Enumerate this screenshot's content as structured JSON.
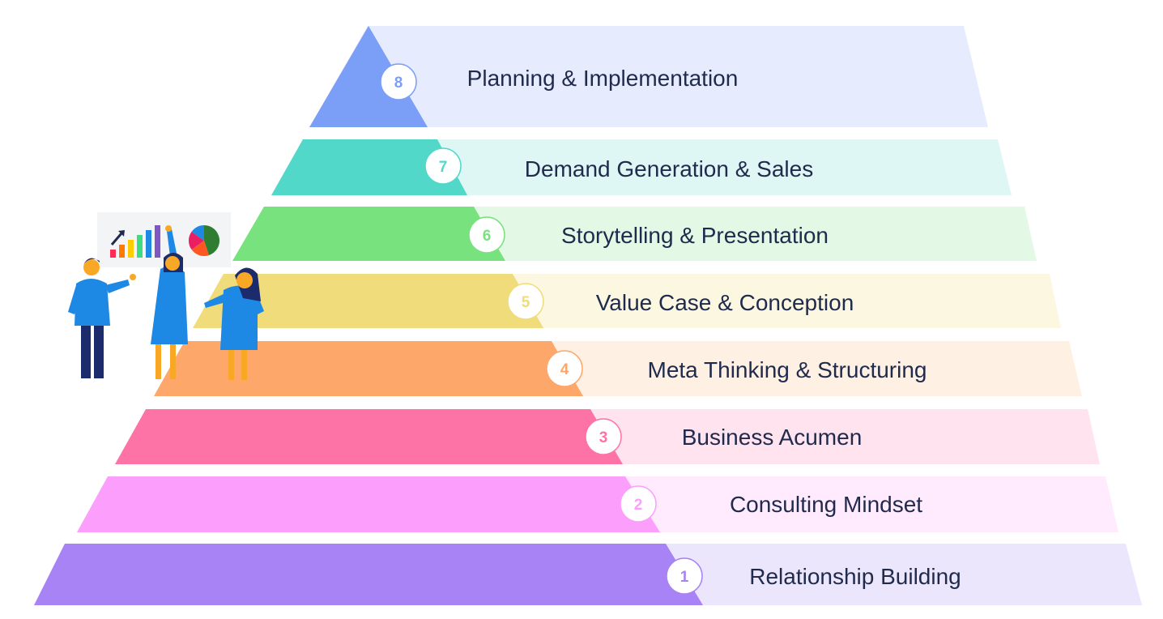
{
  "levels": [
    {
      "number": "8",
      "label": "Planning & Implementation",
      "color": "#7b9ef7",
      "light": "#e6ecfd"
    },
    {
      "number": "7",
      "label": "Demand Generation & Sales",
      "color": "#52d8c8",
      "light": "#dff7f4"
    },
    {
      "number": "6",
      "label": "Storytelling & Presentation",
      "color": "#78e27e",
      "light": "#e3f8e5"
    },
    {
      "number": "5",
      "label": "Value Case & Conception",
      "color": "#f0dc7a",
      "light": "#fbf7e1"
    },
    {
      "number": "4",
      "label": "Meta Thinking & Structuring",
      "color": "#fea76a",
      "light": "#fff0e4"
    },
    {
      "number": "3",
      "label": "Business Acumen",
      "color": "#fd73a5",
      "light": "#ffe3ee"
    },
    {
      "number": "2",
      "label": "Consulting Mindset",
      "color": "#fc9ffc",
      "light": "#ffeafe"
    },
    {
      "number": "1",
      "label": "Relationship Building",
      "color": "#a783f5",
      "light": "#ece6fc"
    }
  ],
  "illustration": {
    "name": "team-presenting-chart-illustration",
    "bar_colors": [
      "#ff2d55",
      "#ff7a00",
      "#ffcc00",
      "#3ddc84",
      "#1e88e5",
      "#7e57c2"
    ],
    "pie_colors": [
      "#2e7d32",
      "#ff5722",
      "#e91e63",
      "#1e88e5"
    ]
  }
}
